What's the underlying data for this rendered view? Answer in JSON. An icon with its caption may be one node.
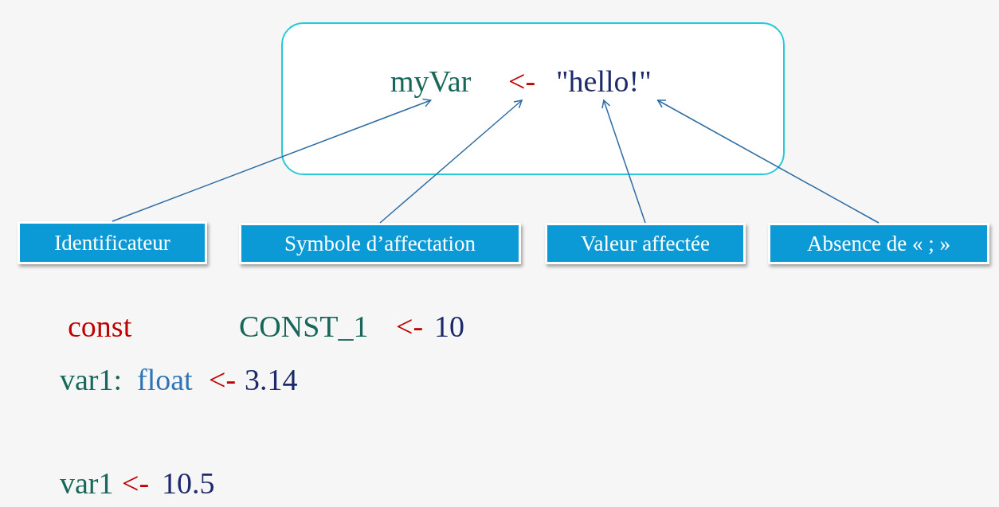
{
  "diagram": {
    "nodes": [
      {
        "text": [],
        "shape": "box"
      },
      {
        "text": [
          "myVar"
        ],
        "in": 0
      },
      {
        "text": [
          "<-"
        ],
        "in": 0
      },
      {
        "text": [
          "\"hello!\""
        ],
        "in": 0
      },
      {
        "text": [
          "Identificateur"
        ]
      },
      {
        "text": [
          "Symbole d’affectation"
        ]
      },
      {
        "text": [
          "Valeur affectée"
        ]
      },
      {
        "text": [
          "Absence de « ; »"
        ]
      }
    ],
    "edges": [
      {
        "from": 4,
        "to": 1,
        "arrow": "to"
      },
      {
        "from": 5,
        "to": 2,
        "arrow": "to"
      },
      {
        "from": 6,
        "to": 3,
        "arrow": "to"
      },
      {
        "from": 7,
        "to": 3,
        "arrow": "to"
      }
    ],
    "labels": [
      "const",
      "CONST_1",
      "<-",
      "10",
      "var1:",
      "float",
      "<-",
      "3.14",
      "var1",
      "<-",
      "10.5"
    ]
  }
}
